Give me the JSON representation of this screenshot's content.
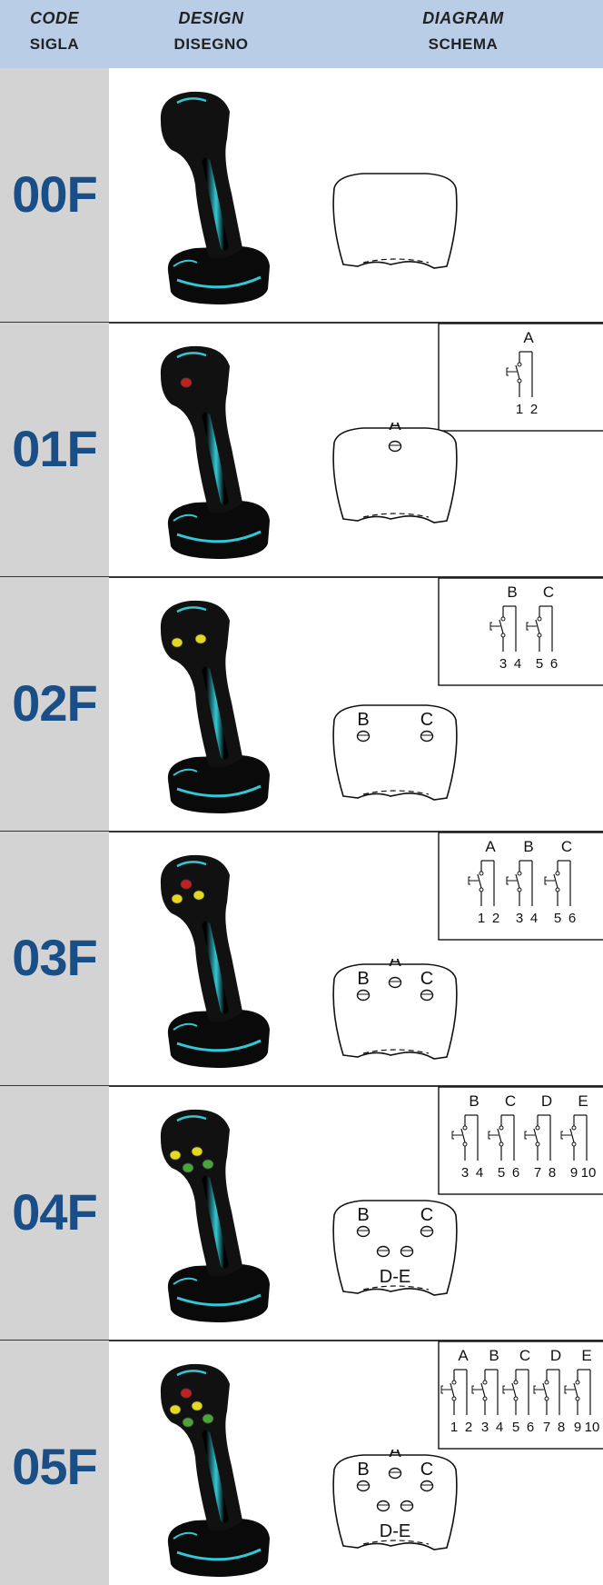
{
  "header": {
    "code_en": "CODE",
    "code_it": "SIGLA",
    "design_en": "DESIGN",
    "design_it": "DISEGNO",
    "diagram_en": "DIAGRAM",
    "diagram_it": "SCHEMA"
  },
  "colors": {
    "header_bg": "#b9cde6",
    "code_text": "#1a4e87",
    "code_bg": "#d3d3d3",
    "button_red": "#c0201f",
    "button_yellow": "#e4d821",
    "button_green": "#4aa43a",
    "joystick_highlight": "#35c7d6"
  },
  "rows": [
    {
      "code": "00F",
      "buttons": [],
      "grip_labels": {
        "top": "",
        "left": "",
        "right": "",
        "bottom": ""
      },
      "wiring": {
        "labels": [],
        "terminals": []
      }
    },
    {
      "code": "01F",
      "buttons": [
        "red"
      ],
      "grip_labels": {
        "top": "A",
        "left": "",
        "right": "",
        "bottom": ""
      },
      "wiring": {
        "labels": [
          "A"
        ],
        "terminals": [
          "1",
          "2"
        ]
      }
    },
    {
      "code": "02F",
      "buttons": [
        "yellow",
        "yellow"
      ],
      "grip_labels": {
        "top": "",
        "left": "B",
        "right": "C",
        "bottom": ""
      },
      "wiring": {
        "labels": [
          "B",
          "C"
        ],
        "terminals": [
          "3",
          "4",
          "5",
          "6"
        ]
      }
    },
    {
      "code": "03F",
      "buttons": [
        "red",
        "yellow",
        "yellow"
      ],
      "grip_labels": {
        "top": "A",
        "left": "B",
        "right": "C",
        "bottom": ""
      },
      "wiring": {
        "labels": [
          "A",
          "B",
          "C"
        ],
        "terminals": [
          "1",
          "2",
          "3",
          "4",
          "5",
          "6"
        ]
      }
    },
    {
      "code": "04F",
      "buttons": [
        "yellow",
        "yellow",
        "green",
        "green"
      ],
      "grip_labels": {
        "top": "",
        "left": "B",
        "right": "C",
        "bottom": "D-E"
      },
      "wiring": {
        "labels": [
          "B",
          "C",
          "D",
          "E"
        ],
        "terminals": [
          "3",
          "4",
          "5",
          "6",
          "7",
          "8",
          "9",
          "10"
        ]
      }
    },
    {
      "code": "05F",
      "buttons": [
        "red",
        "yellow",
        "yellow",
        "green",
        "green"
      ],
      "grip_labels": {
        "top": "A",
        "left": "B",
        "right": "C",
        "bottom": "D-E"
      },
      "wiring": {
        "labels": [
          "A",
          "B",
          "C",
          "D",
          "E"
        ],
        "terminals": [
          "1",
          "2",
          "3",
          "4",
          "5",
          "6",
          "7",
          "8",
          "9",
          "10"
        ]
      }
    }
  ]
}
